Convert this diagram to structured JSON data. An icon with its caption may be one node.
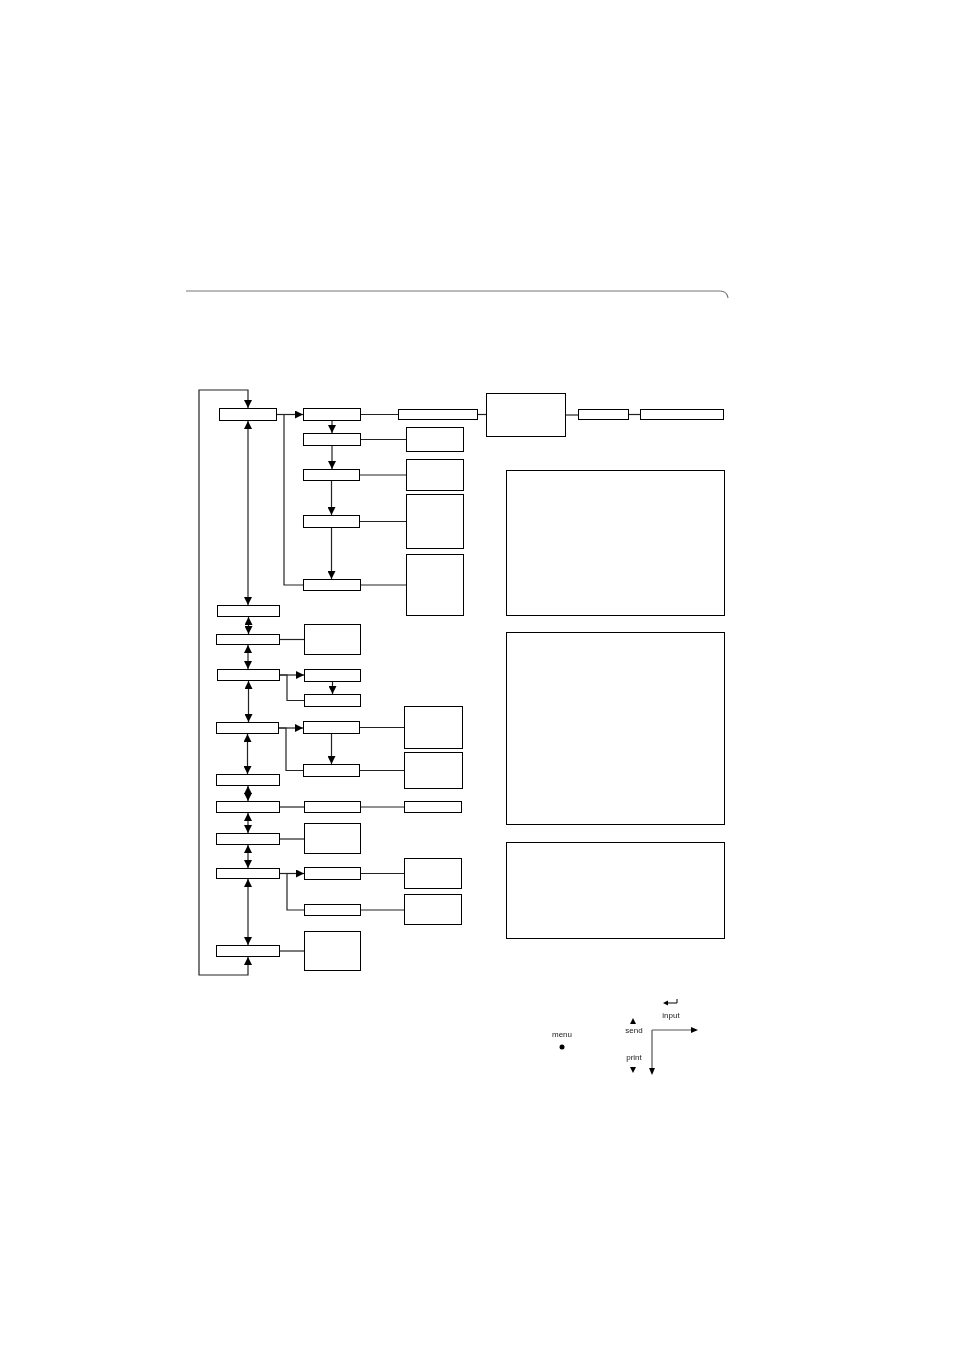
{
  "diagram": {
    "nodes": [
      {
        "text": [],
        "shape": "box"
      },
      {
        "text": [],
        "shape": "box"
      },
      {
        "text": [],
        "shape": "box"
      },
      {
        "text": [],
        "shape": "box"
      },
      {
        "text": [],
        "shape": "box"
      },
      {
        "text": [],
        "shape": "box"
      },
      {
        "text": [],
        "shape": "box"
      },
      {
        "text": [],
        "shape": "box"
      },
      {
        "text": [],
        "shape": "box"
      },
      {
        "text": [],
        "shape": "box"
      },
      {
        "text": [],
        "shape": "box"
      },
      {
        "text": [],
        "shape": "box"
      },
      {
        "text": [],
        "shape": "box"
      },
      {
        "text": [],
        "shape": "box"
      },
      {
        "text": [],
        "shape": "box"
      },
      {
        "text": [],
        "shape": "box"
      },
      {
        "text": [],
        "shape": "box"
      },
      {
        "text": [],
        "shape": "box"
      },
      {
        "text": [],
        "shape": "box"
      },
      {
        "text": [],
        "shape": "box"
      },
      {
        "text": [],
        "shape": "box"
      },
      {
        "text": [],
        "shape": "box"
      },
      {
        "text": [],
        "shape": "box"
      },
      {
        "text": [],
        "shape": "box"
      },
      {
        "text": [],
        "shape": "box"
      },
      {
        "text": [],
        "shape": "box"
      },
      {
        "text": [],
        "shape": "box"
      },
      {
        "text": [],
        "shape": "box"
      },
      {
        "text": [],
        "shape": "box"
      },
      {
        "text": [],
        "shape": "box"
      },
      {
        "text": [],
        "shape": "box"
      },
      {
        "text": [],
        "shape": "box"
      },
      {
        "text": [],
        "shape": "box"
      },
      {
        "text": [],
        "shape": "box"
      },
      {
        "text": [],
        "shape": "box"
      },
      {
        "text": [],
        "shape": "box"
      },
      {
        "text": [],
        "shape": "box"
      },
      {
        "text": [],
        "shape": "box"
      },
      {
        "text": [],
        "shape": "box"
      },
      {
        "text": [],
        "shape": "box"
      },
      {
        "text": [],
        "shape": "box"
      }
    ],
    "edges": [
      {
        "from": 39,
        "to": 0,
        "arrow": "both"
      },
      {
        "from": 0,
        "to": 15,
        "arrow": "both"
      },
      {
        "from": 15,
        "to": 16,
        "arrow": "both"
      },
      {
        "from": 16,
        "to": 19,
        "arrow": "both"
      },
      {
        "from": 19,
        "to": 22,
        "arrow": "both"
      },
      {
        "from": 22,
        "to": 27,
        "arrow": "both"
      },
      {
        "from": 27,
        "to": 28,
        "arrow": "both"
      },
      {
        "from": 28,
        "to": 31,
        "arrow": "both"
      },
      {
        "from": 31,
        "to": 34,
        "arrow": "both"
      },
      {
        "from": 34,
        "to": 39,
        "arrow": "both"
      },
      {
        "from": 0,
        "to": 1,
        "arrow": "to"
      },
      {
        "from": 0,
        "to": 13,
        "arrow": "none"
      },
      {
        "from": 1,
        "to": 6,
        "arrow": "to"
      },
      {
        "from": 6,
        "to": 8,
        "arrow": "to"
      },
      {
        "from": 8,
        "to": 11,
        "arrow": "to"
      },
      {
        "from": 11,
        "to": 13,
        "arrow": "to"
      },
      {
        "from": 1,
        "to": 2,
        "arrow": "none"
      },
      {
        "from": 2,
        "to": 3,
        "arrow": "none"
      },
      {
        "from": 3,
        "to": 4,
        "arrow": "none"
      },
      {
        "from": 4,
        "to": 5,
        "arrow": "none"
      },
      {
        "from": 6,
        "to": 7,
        "arrow": "none"
      },
      {
        "from": 8,
        "to": 9,
        "arrow": "none"
      },
      {
        "from": 11,
        "to": 12,
        "arrow": "none"
      },
      {
        "from": 13,
        "to": 14,
        "arrow": "none"
      },
      {
        "from": 16,
        "to": 17,
        "arrow": "none"
      },
      {
        "from": 19,
        "to": 20,
        "arrow": "to"
      },
      {
        "from": 19,
        "to": 21,
        "arrow": "none"
      },
      {
        "from": 20,
        "to": 21,
        "arrow": "to"
      },
      {
        "from": 22,
        "to": 23,
        "arrow": "to"
      },
      {
        "from": 22,
        "to": 25,
        "arrow": "none"
      },
      {
        "from": 23,
        "to": 25,
        "arrow": "to"
      },
      {
        "from": 23,
        "to": 24,
        "arrow": "none"
      },
      {
        "from": 25,
        "to": 26,
        "arrow": "none"
      },
      {
        "from": 28,
        "to": 29,
        "arrow": "none"
      },
      {
        "from": 29,
        "to": 30,
        "arrow": "none"
      },
      {
        "from": 31,
        "to": 32,
        "arrow": "none"
      },
      {
        "from": 34,
        "to": 35,
        "arrow": "to"
      },
      {
        "from": 34,
        "to": 37,
        "arrow": "none"
      },
      {
        "from": 35,
        "to": 36,
        "arrow": "none"
      },
      {
        "from": 37,
        "to": 38,
        "arrow": "none"
      },
      {
        "from": 39,
        "to": 40,
        "arrow": "none"
      }
    ],
    "labels": [
      "input",
      "menu",
      "send",
      "print"
    ]
  }
}
